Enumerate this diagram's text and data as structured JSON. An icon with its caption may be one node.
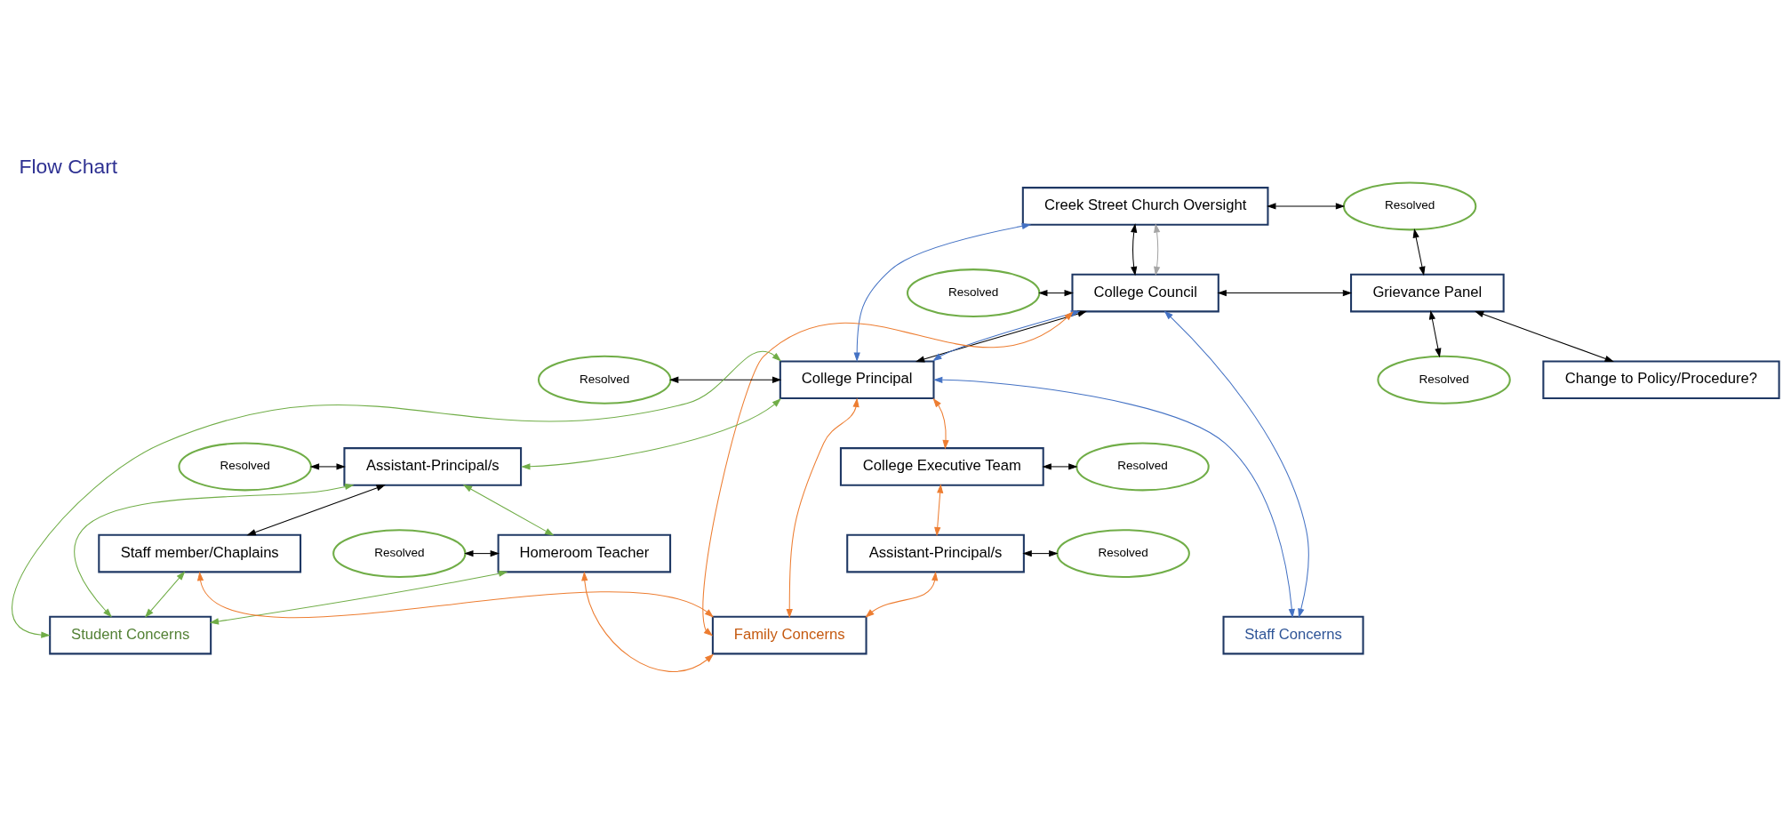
{
  "diagram": {
    "title": "Flow Chart",
    "nodes": [
      {
        "text": [
          "Creek Street Church Oversight"
        ]
      },
      {
        "text": [
          "Resolved"
        ]
      },
      {
        "text": [
          "Resolved"
        ]
      },
      {
        "text": [
          "College Council"
        ]
      },
      {
        "text": [
          "Grievance Panel"
        ]
      },
      {
        "text": [
          "College Principal"
        ]
      },
      {
        "text": [
          "Resolved"
        ]
      },
      {
        "text": [
          "Resolved"
        ]
      },
      {
        "text": [
          "Change to Policy/Procedure?"
        ]
      },
      {
        "text": [
          "College Executive Team"
        ]
      },
      {
        "text": [
          "Resolved"
        ]
      },
      {
        "text": [
          "Resolved"
        ]
      },
      {
        "text": [
          "Assistant-Principal/s"
        ]
      },
      {
        "text": [
          "Homeroom Teacher"
        ]
      },
      {
        "text": [
          "Resolved"
        ]
      },
      {
        "text": [
          "Staff member/Chaplains"
        ]
      },
      {
        "text": [
          "Assistant-Principal/s"
        ]
      },
      {
        "text": [
          "Resolved"
        ]
      },
      {
        "text": [
          "Student Concerns"
        ]
      },
      {
        "text": [
          "Family Concerns"
        ]
      },
      {
        "text": [
          "Staff Concerns"
        ]
      }
    ],
    "edges": [
      {
        "from": 3,
        "to": 0,
        "arrow": "both",
        "color": "#a5a5a5"
      },
      {
        "from": 0,
        "to": 3,
        "arrow": "both"
      },
      {
        "from": 0,
        "to": 1,
        "arrow": "both"
      },
      {
        "from": 1,
        "to": 4,
        "arrow": "both"
      },
      {
        "from": 2,
        "to": 3,
        "arrow": "both"
      },
      {
        "from": 3,
        "to": 4,
        "arrow": "both"
      },
      {
        "from": 4,
        "to": 7,
        "arrow": "both"
      },
      {
        "from": 4,
        "to": 8,
        "arrow": "both"
      },
      {
        "from": 3,
        "to": 5,
        "arrow": "both"
      },
      {
        "from": 6,
        "to": 5,
        "arrow": "both"
      },
      {
        "from": 5,
        "to": 9,
        "arrow": "both",
        "color": "#ed7d31"
      },
      {
        "from": 9,
        "to": 10,
        "arrow": "both"
      },
      {
        "from": 9,
        "to": 16,
        "arrow": "both",
        "color": "#ed7d31"
      },
      {
        "from": 16,
        "to": 17,
        "arrow": "both"
      },
      {
        "from": 16,
        "to": 19,
        "arrow": "both",
        "color": "#ed7d31"
      },
      {
        "from": 5,
        "to": 19,
        "arrow": "both",
        "color": "#ed7d31"
      },
      {
        "from": 15,
        "to": 19,
        "arrow": "both",
        "color": "#ed7d31"
      },
      {
        "from": 13,
        "to": 19,
        "arrow": "both",
        "color": "#ed7d31"
      },
      {
        "from": 3,
        "to": 19,
        "arrow": "both",
        "color": "#ed7d31"
      },
      {
        "from": 18,
        "to": 5,
        "arrow": "both",
        "color": "#70ad47"
      },
      {
        "from": 5,
        "to": 12,
        "arrow": "both",
        "color": "#70ad47"
      },
      {
        "from": 12,
        "to": 18,
        "arrow": "both",
        "color": "#70ad47"
      },
      {
        "from": 12,
        "to": 13,
        "arrow": "both",
        "color": "#70ad47"
      },
      {
        "from": 13,
        "to": 18,
        "arrow": "both",
        "color": "#70ad47"
      },
      {
        "from": 18,
        "to": 15,
        "arrow": "both",
        "color": "#70ad47"
      },
      {
        "from": 12,
        "to": 15,
        "arrow": "both"
      },
      {
        "from": 11,
        "to": 12,
        "arrow": "both"
      },
      {
        "from": 14,
        "to": 13,
        "arrow": "both"
      },
      {
        "from": 0,
        "to": 5,
        "arrow": "both",
        "color": "#4472c4"
      },
      {
        "from": 3,
        "to": 5,
        "arrow": "both",
        "color": "#4472c4"
      },
      {
        "from": 3,
        "to": 20,
        "arrow": "both",
        "color": "#4472c4"
      },
      {
        "from": 5,
        "to": 20,
        "arrow": "both",
        "color": "#4472c4"
      }
    ]
  }
}
